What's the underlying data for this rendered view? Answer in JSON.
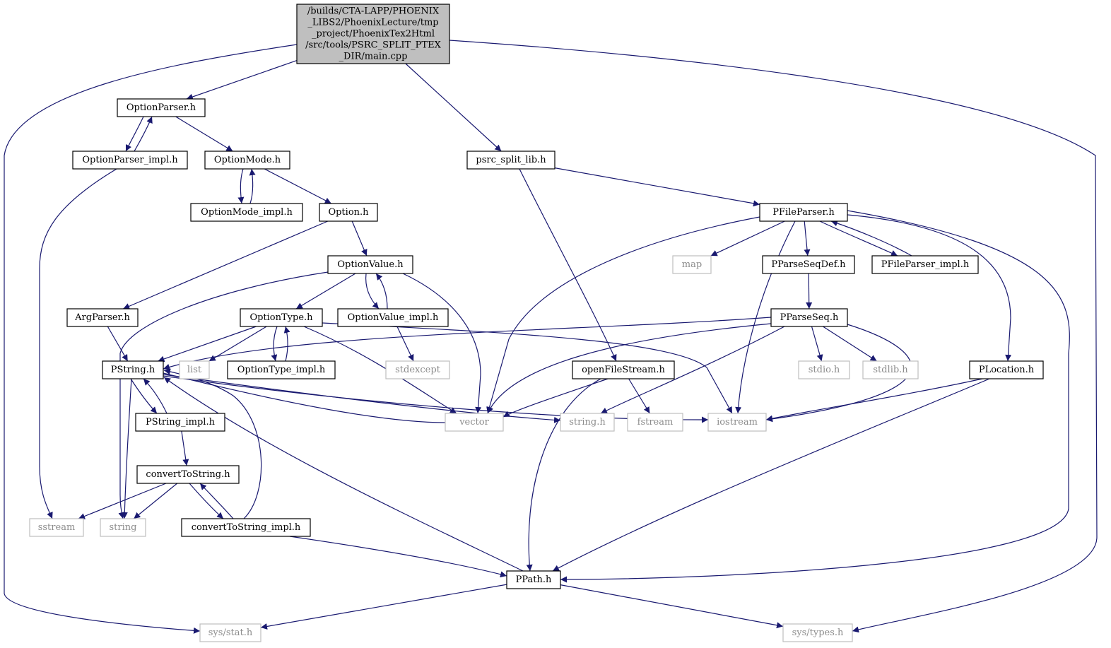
{
  "colors": {
    "edge": "#191970",
    "node_border": "#000000",
    "external_border": "#bfbfbf",
    "external_text": "#8c8c8c",
    "root_fill": "#bfbfbf",
    "node_fill": "#ffffff"
  },
  "nodes": [
    {
      "id": "main",
      "kind": "root",
      "lines": [
        "/builds/CTA-LAPP/PHOENIX",
        "_LIBS2/PhoenixLecture/tmp",
        "_project/PhoenixTex2Html",
        "/src/tools/PSRC_SPLIT_PTEX",
        "_DIR/main.cpp"
      ]
    },
    {
      "id": "OptionParser",
      "kind": "file",
      "lines": [
        "OptionParser.h"
      ]
    },
    {
      "id": "OptionParser_impl",
      "kind": "file",
      "lines": [
        "OptionParser_impl.h"
      ]
    },
    {
      "id": "OptionMode",
      "kind": "file",
      "lines": [
        "OptionMode.h"
      ]
    },
    {
      "id": "OptionMode_impl",
      "kind": "file",
      "lines": [
        "OptionMode_impl.h"
      ]
    },
    {
      "id": "Option",
      "kind": "file",
      "lines": [
        "Option.h"
      ]
    },
    {
      "id": "OptionValue",
      "kind": "file",
      "lines": [
        "OptionValue.h"
      ]
    },
    {
      "id": "OptionValue_impl",
      "kind": "file",
      "lines": [
        "OptionValue_impl.h"
      ]
    },
    {
      "id": "OptionType",
      "kind": "file",
      "lines": [
        "OptionType.h"
      ]
    },
    {
      "id": "OptionType_impl",
      "kind": "file",
      "lines": [
        "OptionType_impl.h"
      ]
    },
    {
      "id": "ArgParser",
      "kind": "file",
      "lines": [
        "ArgParser.h"
      ]
    },
    {
      "id": "PString",
      "kind": "file",
      "lines": [
        "PString.h"
      ]
    },
    {
      "id": "PString_impl",
      "kind": "file",
      "lines": [
        "PString_impl.h"
      ]
    },
    {
      "id": "convertToString",
      "kind": "file",
      "lines": [
        "convertToString.h"
      ]
    },
    {
      "id": "convertToString_impl",
      "kind": "file",
      "lines": [
        "convertToString_impl.h"
      ]
    },
    {
      "id": "psrc_split_lib",
      "kind": "file",
      "lines": [
        "psrc_split_lib.h"
      ]
    },
    {
      "id": "PFileParser",
      "kind": "file",
      "lines": [
        "PFileParser.h"
      ]
    },
    {
      "id": "PFileParser_impl",
      "kind": "file",
      "lines": [
        "PFileParser_impl.h"
      ]
    },
    {
      "id": "PParseSeqDef",
      "kind": "file",
      "lines": [
        "PParseSeqDef.h"
      ]
    },
    {
      "id": "PParseSeq",
      "kind": "file",
      "lines": [
        "PParseSeq.h"
      ]
    },
    {
      "id": "openFileStream",
      "kind": "file",
      "lines": [
        "openFileStream.h"
      ]
    },
    {
      "id": "PLocation",
      "kind": "file",
      "lines": [
        "PLocation.h"
      ]
    },
    {
      "id": "PPath",
      "kind": "file",
      "lines": [
        "PPath.h"
      ]
    },
    {
      "id": "list",
      "kind": "external",
      "lines": [
        "list"
      ]
    },
    {
      "id": "stdexcept",
      "kind": "external",
      "lines": [
        "stdexcept"
      ]
    },
    {
      "id": "map",
      "kind": "external",
      "lines": [
        "map"
      ]
    },
    {
      "id": "vector",
      "kind": "external",
      "lines": [
        "vector"
      ]
    },
    {
      "id": "string_h",
      "kind": "external",
      "lines": [
        "string.h"
      ]
    },
    {
      "id": "fstream",
      "kind": "external",
      "lines": [
        "fstream"
      ]
    },
    {
      "id": "iostream",
      "kind": "external",
      "lines": [
        "iostream"
      ]
    },
    {
      "id": "stdio_h",
      "kind": "external",
      "lines": [
        "stdio.h"
      ]
    },
    {
      "id": "stdlib_h",
      "kind": "external",
      "lines": [
        "stdlib.h"
      ]
    },
    {
      "id": "sstream",
      "kind": "external",
      "lines": [
        "sstream"
      ]
    },
    {
      "id": "string",
      "kind": "external",
      "lines": [
        "string"
      ]
    },
    {
      "id": "sys_stat",
      "kind": "external",
      "lines": [
        "sys/stat.h"
      ]
    },
    {
      "id": "sys_types",
      "kind": "external",
      "lines": [
        "sys/types.h"
      ]
    }
  ],
  "edges": [
    [
      "main",
      "OptionParser"
    ],
    [
      "main",
      "psrc_split_lib"
    ],
    [
      "main",
      "sys_stat"
    ],
    [
      "main",
      "sys_types"
    ],
    [
      "OptionParser",
      "OptionParser_impl"
    ],
    [
      "OptionParser_impl",
      "OptionParser"
    ],
    [
      "OptionParser",
      "OptionMode"
    ],
    [
      "OptionParser_impl",
      "sstream"
    ],
    [
      "OptionMode",
      "OptionMode_impl"
    ],
    [
      "OptionMode_impl",
      "OptionMode"
    ],
    [
      "OptionMode",
      "Option"
    ],
    [
      "Option",
      "ArgParser"
    ],
    [
      "Option",
      "OptionValue"
    ],
    [
      "OptionValue",
      "OptionType"
    ],
    [
      "OptionValue",
      "OptionValue_impl"
    ],
    [
      "OptionValue_impl",
      "OptionValue"
    ],
    [
      "OptionValue",
      "string"
    ],
    [
      "OptionValue",
      "vector"
    ],
    [
      "OptionValue_impl",
      "stdexcept"
    ],
    [
      "OptionType",
      "PString"
    ],
    [
      "OptionType",
      "list"
    ],
    [
      "OptionType",
      "OptionType_impl"
    ],
    [
      "OptionType_impl",
      "OptionType"
    ],
    [
      "OptionType",
      "vector"
    ],
    [
      "OptionType",
      "iostream"
    ],
    [
      "ArgParser",
      "PString"
    ],
    [
      "PString",
      "PString_impl"
    ],
    [
      "PString_impl",
      "PString"
    ],
    [
      "PString",
      "string"
    ],
    [
      "PString",
      "vector"
    ],
    [
      "PString",
      "string_h"
    ],
    [
      "PString",
      "iostream"
    ],
    [
      "PString_impl",
      "convertToString"
    ],
    [
      "convertToString",
      "sstream"
    ],
    [
      "convertToString",
      "string"
    ],
    [
      "convertToString",
      "convertToString_impl"
    ],
    [
      "convertToString_impl",
      "convertToString"
    ],
    [
      "convertToString_impl",
      "PString"
    ],
    [
      "convertToString_impl",
      "PPath"
    ],
    [
      "PPath",
      "PString"
    ],
    [
      "PPath",
      "sys_stat"
    ],
    [
      "PPath",
      "sys_types"
    ],
    [
      "psrc_split_lib",
      "PFileParser"
    ],
    [
      "psrc_split_lib",
      "openFileStream"
    ],
    [
      "PFileParser",
      "map"
    ],
    [
      "PFileParser",
      "PParseSeqDef"
    ],
    [
      "PFileParser",
      "PFileParser_impl"
    ],
    [
      "PFileParser_impl",
      "PFileParser"
    ],
    [
      "PFileParser",
      "vector"
    ],
    [
      "PFileParser",
      "iostream"
    ],
    [
      "PFileParser",
      "PLocation"
    ],
    [
      "PFileParser",
      "PPath"
    ],
    [
      "PParseSeqDef",
      "PParseSeq"
    ],
    [
      "PParseSeq",
      "PString"
    ],
    [
      "PParseSeq",
      "vector"
    ],
    [
      "PParseSeq",
      "string_h"
    ],
    [
      "PParseSeq",
      "stdio_h"
    ],
    [
      "PParseSeq",
      "stdlib_h"
    ],
    [
      "PParseSeq",
      "iostream"
    ],
    [
      "openFileStream",
      "vector"
    ],
    [
      "openFileStream",
      "fstream"
    ],
    [
      "openFileStream",
      "PPath"
    ],
    [
      "PLocation",
      "iostream"
    ],
    [
      "PLocation",
      "PPath"
    ]
  ]
}
